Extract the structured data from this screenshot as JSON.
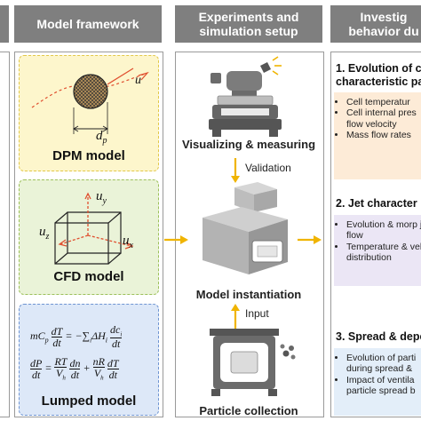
{
  "headers": {
    "model_framework": "Model framework",
    "experiments": "Experiments and simulation setup",
    "investigation": "Investig behavior du"
  },
  "models": {
    "dpm_title": "DPM model",
    "cfd_title": "CFD model",
    "lumped_title": "Lumped model",
    "dpm_symbol_u": "u",
    "dpm_symbol_d": "d",
    "dpm_symbol_p": "p",
    "cfd_uy": "u",
    "cfd_uy_sub": "y",
    "cfd_uz": "u",
    "cfd_uz_sub": "z",
    "cfd_ux": "u",
    "cfd_ux_sub": "x"
  },
  "middle": {
    "visualizing": "Visualizing & measuring",
    "validation": "Validation",
    "instantiation": "Model instantiation",
    "input": "Input",
    "particle_collection": "Particle collection"
  },
  "right": {
    "s1_title": "1. Evolution of c characteristic pa",
    "s1_items": [
      "Cell temperatur",
      "Cell internal pres flow velocity",
      "Mass flow rates"
    ],
    "s2_title": "2. Jet character",
    "s2_items": [
      "Evolution & morp jet flow",
      "Temperature & vel distribution"
    ],
    "s3_title": "3. Spread & depe",
    "s3_items": [
      "Evolution of parti during spread &",
      "Impact of ventila particle spread b"
    ]
  },
  "colors": {
    "header_bg": "#7f7f7f",
    "dpm_bg": "#fdf6cc",
    "dpm_border": "#e2c84a",
    "cfd_bg": "#eaf3d8",
    "cfd_border": "#9cc05a",
    "lumped_bg": "#dde8f8",
    "lumped_border": "#6f95d2",
    "arrow": "#f0b400",
    "s1_bg": "#fdebd7",
    "s2_bg": "#ebe6f5",
    "s3_bg": "#e3eef9"
  }
}
